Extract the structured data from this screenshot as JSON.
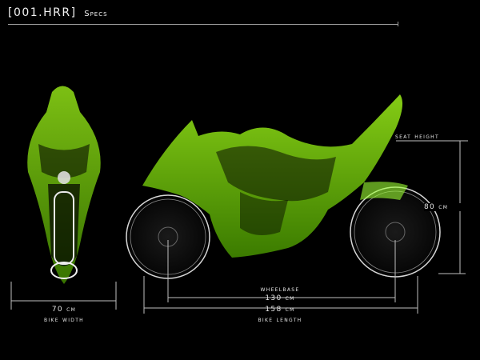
{
  "header": {
    "code": "[001.HRR]",
    "section": "Specs"
  },
  "dimensions": {
    "bike_width": {
      "value": "70 cm",
      "label": "bike width"
    },
    "wheelbase": {
      "label": "wheelbase",
      "value": "130 cm"
    },
    "bike_length": {
      "value": "158 cm",
      "label": "bike length"
    },
    "seat_height": {
      "label": "seat height",
      "value": "80 cm"
    }
  },
  "colors": {
    "background": "#000000",
    "accent": "#7fe000",
    "dimension_line": "#bfbfbf"
  }
}
